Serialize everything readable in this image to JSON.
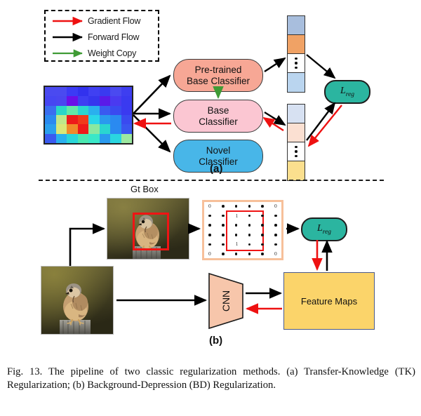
{
  "figure": {
    "caption": "Fig. 13.   The pipeline of two classic regularization methods. (a) Transfer-Knowledge (TK) Regularization; (b) Background-Depression (BD) Regularization.",
    "panel_a_label": "(a)",
    "panel_b_label": "(b)"
  },
  "legend": {
    "items": [
      {
        "label": "Gradient Flow",
        "color": "#ee1111",
        "arrow": "gradient-flow-arrow"
      },
      {
        "label": "Forward Flow",
        "color": "#000000",
        "arrow": "forward-flow-arrow"
      },
      {
        "label": "Weight Copy",
        "color": "#3f9b35",
        "arrow": "weight-copy-arrow"
      }
    ]
  },
  "panel_a": {
    "classifiers": [
      {
        "label": "Pre-trained\nBase Classifier",
        "line1": "Pre-trained",
        "line2": "Base Classifier",
        "color": "#f7a795",
        "name": "pre-trained-base-classifier"
      },
      {
        "label": "Base\nClassifier",
        "line1": "Base",
        "line2": "Classifier",
        "color": "#fbc6d2",
        "name": "base-classifier"
      },
      {
        "label": "Novel\nClassifier",
        "line1": "Novel",
        "line2": "Classifier",
        "color": "#48b6e8",
        "name": "novel-classifier"
      }
    ],
    "loss_label": "L",
    "loss_subscript": "reg",
    "loss_color": "#2bb5a0",
    "vector_top": {
      "name": "pre-trained-logit-vector",
      "cells": [
        {
          "color": "#a8bedd",
          "type": "solid"
        },
        {
          "color": "#f0a265",
          "type": "solid"
        },
        {
          "color": "#ffffff",
          "type": "dots"
        },
        {
          "color": "#bad5ef",
          "type": "solid"
        }
      ]
    },
    "vector_bottom": {
      "name": "base-logit-vector",
      "cells": [
        {
          "color": "#d7e1f2",
          "type": "solid"
        },
        {
          "color": "#fbe0d2",
          "type": "solid"
        },
        {
          "color": "#ffffff",
          "type": "dots"
        },
        {
          "color": "#fbdf8e",
          "type": "solid"
        }
      ]
    },
    "heatmap": {
      "name": "attention-heatmap",
      "rows": 6,
      "cols": 8,
      "grid": [
        [
          "#4a4af0",
          "#4a4af0",
          "#3b3bf5",
          "#3232ee",
          "#4040f2",
          "#3a3af0",
          "#4a4af0",
          "#3e3ef0"
        ],
        [
          "#4646f2",
          "#4a46f0",
          "#6a10e8",
          "#3e3ef2",
          "#3636ee",
          "#5a1ae8",
          "#4a3af0",
          "#3a3af0"
        ],
        [
          "#3a6ef0",
          "#2ad6c8",
          "#62e8a8",
          "#2ad6d0",
          "#2ab0ee",
          "#3a5af0",
          "#3a4af0",
          "#3a3af0"
        ],
        [
          "#2a8af0",
          "#bfe88a",
          "#ee1a1a",
          "#f03a1a",
          "#2ad6e8",
          "#2a9aee",
          "#2a8af0",
          "#3a4af0"
        ],
        [
          "#2aa0ee",
          "#d8e878",
          "#f08a2a",
          "#ee1a1a",
          "#8ae8a0",
          "#2ad6d0",
          "#2a8af0",
          "#3a56f0"
        ],
        [
          "#3a5af0",
          "#2ab0ee",
          "#2ad6d8",
          "#4ae8b0",
          "#3ae8c8",
          "#2a9aee",
          "#2ad6e0",
          "#9ce8a0"
        ]
      ]
    }
  },
  "panel_b": {
    "gt_box_title": "Gt Box",
    "cnn_label": "CNN",
    "feature_maps_label": "Feature Maps",
    "loss_label": "L",
    "loss_subscript": "reg",
    "mask": {
      "name": "background-depression-mask",
      "rows": 6,
      "cols": 6,
      "corner_value": "0",
      "inside_value": "1",
      "corner_labels": [
        "0",
        "0",
        "0",
        "0"
      ],
      "inside_labels": [
        "1",
        "1"
      ]
    }
  }
}
